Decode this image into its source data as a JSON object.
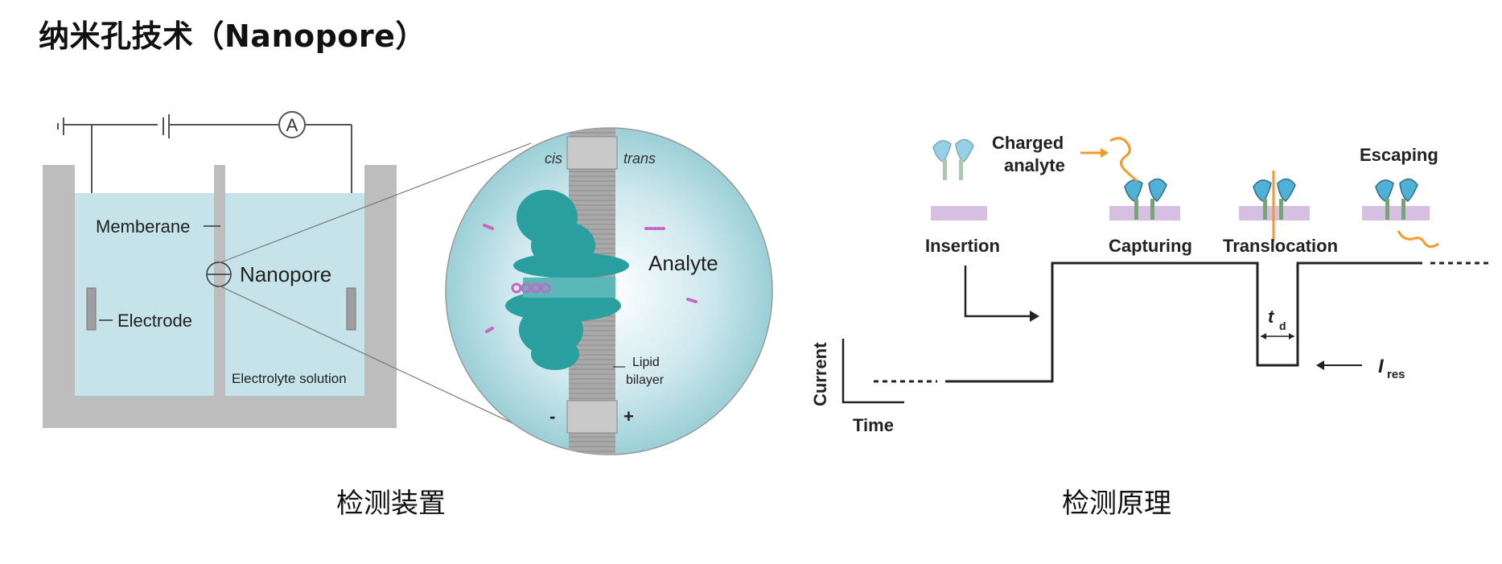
{
  "title": "纳米孔技术（Nanopore）",
  "left_figure": {
    "caption": "检测装置",
    "labels": {
      "ammeter": "A",
      "membrane": "Memberane",
      "nanopore": "Nanopore",
      "electrode": "Electrode",
      "electrolyte": "Electrolyte solution",
      "cis": "cis",
      "trans": "trans",
      "analyte": "Analyte",
      "lipid_line1": "Lipid",
      "lipid_line2": "bilayer",
      "minus": "-",
      "plus": "+"
    },
    "colors": {
      "electrolyte": "#c6e3ea",
      "container": "#bdbdbd",
      "protein": "#2a9fa0",
      "analyte": "#c46ac1"
    }
  },
  "right_figure": {
    "caption": "检测原理",
    "labels": {
      "charged_line1": "Charged",
      "charged_line2": "analyte",
      "escaping": "Escaping",
      "insertion": "Insertion",
      "capturing": "Capturing",
      "translocation": "Translocation",
      "td": "t",
      "td_sub": "d",
      "ires": "I",
      "ires_sub": "res",
      "current": "Current",
      "time": "Time"
    },
    "colors": {
      "pore": "#4fb1d6",
      "membrane": "#c9a8d4",
      "analyte": "#f39a2b",
      "trace": "#222222"
    }
  }
}
